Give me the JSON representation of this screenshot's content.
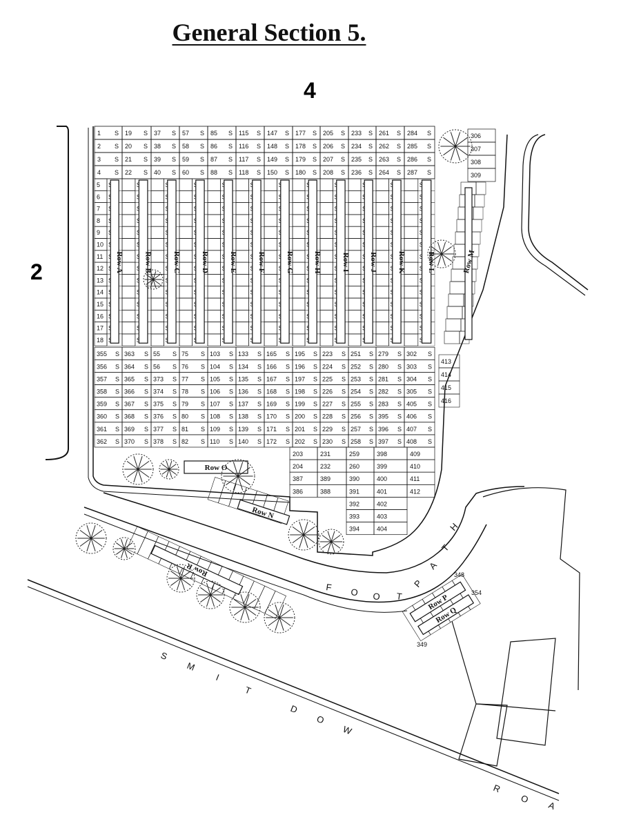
{
  "title": "General Section 5.",
  "adjacent_sections": {
    "north": "4",
    "west": "2"
  },
  "grave_row_labels": [
    "Row A",
    "Row B",
    "Row C",
    "Row D",
    "Row E",
    "Row F",
    "Row G",
    "Row H",
    "Row I",
    "Row J",
    "Row K",
    "Row L",
    "Row M",
    "Row N",
    "Row O",
    "Row P",
    "Row Q",
    "Row R"
  ],
  "top_rows": [
    [
      "1",
      "19",
      "37",
      "57",
      "85",
      "115",
      "147",
      "177",
      "205",
      "233",
      "261",
      "284"
    ],
    [
      "2",
      "20",
      "38",
      "58",
      "86",
      "116",
      "148",
      "178",
      "206",
      "234",
      "262",
      "285"
    ],
    [
      "3",
      "21",
      "39",
      "59",
      "87",
      "117",
      "149",
      "179",
      "207",
      "235",
      "263",
      "286"
    ],
    [
      "4",
      "22",
      "40",
      "60",
      "88",
      "118",
      "150",
      "180",
      "208",
      "236",
      "264",
      "287"
    ]
  ],
  "row_a_numbers": [
    "5",
    "6",
    "7",
    "8",
    "9",
    "10",
    "11",
    "12",
    "13",
    "14",
    "15",
    "16",
    "17",
    "18"
  ],
  "lower_rows": [
    [
      "355",
      "363",
      "55",
      "75",
      "103",
      "133",
      "165",
      "195",
      "223",
      "251",
      "279",
      "302"
    ],
    [
      "356",
      "364",
      "56",
      "76",
      "104",
      "134",
      "166",
      "196",
      "224",
      "252",
      "280",
      "303"
    ],
    [
      "357",
      "365",
      "373",
      "77",
      "105",
      "135",
      "167",
      "197",
      "225",
      "253",
      "281",
      "304"
    ],
    [
      "358",
      "366",
      "374",
      "78",
      "106",
      "136",
      "168",
      "198",
      "226",
      "254",
      "282",
      "305"
    ],
    [
      "359",
      "367",
      "375",
      "79",
      "107",
      "137",
      "169",
      "199",
      "227",
      "255",
      "283",
      "405"
    ],
    [
      "360",
      "368",
      "376",
      "80",
      "108",
      "138",
      "170",
      "200",
      "228",
      "256",
      "395",
      "406"
    ],
    [
      "361",
      "369",
      "377",
      "81",
      "109",
      "139",
      "171",
      "201",
      "229",
      "257",
      "396",
      "407"
    ],
    [
      "362",
      "370",
      "378",
      "82",
      "110",
      "140",
      "172",
      "202",
      "230",
      "258",
      "397",
      "408"
    ]
  ],
  "bottom_block": [
    [
      "203",
      "231",
      "259",
      "398",
      "409"
    ],
    [
      "204",
      "232",
      "260",
      "399",
      "410"
    ],
    [
      "387",
      "389",
      "390",
      "400",
      "411"
    ],
    [
      "386",
      "388",
      "391",
      "401",
      "412"
    ],
    [
      "392",
      "402"
    ],
    [
      "393",
      "403"
    ],
    [
      "394",
      "404"
    ]
  ],
  "row_m_numbers": [
    "306",
    "307",
    "308",
    "309"
  ],
  "right_column_numbers": [
    "413",
    "414",
    "415",
    "416"
  ],
  "footpath_label": "FOOTPATH",
  "road_label": "SMITHDOWN ROAD",
  "corner_numbers": [
    "348",
    "354",
    "349"
  ],
  "s_mark": "S"
}
